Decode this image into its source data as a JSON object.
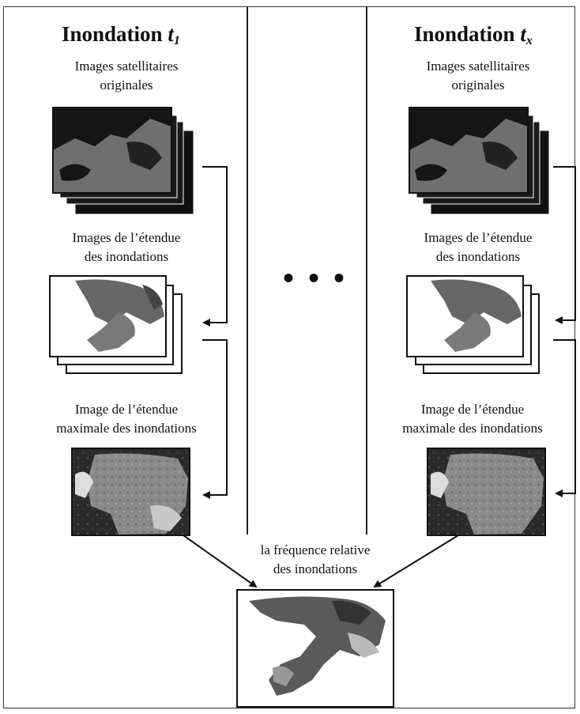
{
  "left": {
    "title_main": "Inondation ",
    "title_var": "t",
    "title_sub": "1",
    "caption_original_1": "Images satellitaires",
    "caption_original_2": "originales",
    "caption_extent_1": "Images de l’étendue",
    "caption_extent_2": "des inondations",
    "caption_max_1": "Image de l’étendue",
    "caption_max_2": "maximale des inondations"
  },
  "right": {
    "title_main": "Inondation ",
    "title_var": "t",
    "title_sub": "x",
    "caption_original_1": "Images satellitaires",
    "caption_original_2": "originales",
    "caption_extent_1": "Images de l’étendue",
    "caption_extent_2": "des inondations",
    "caption_max_1": "Image de l’étendue",
    "caption_max_2": "maximale des inondations"
  },
  "ellipsis": "• • •",
  "result": {
    "caption_1": "la fréquence relative",
    "caption_2": "des inondations"
  }
}
